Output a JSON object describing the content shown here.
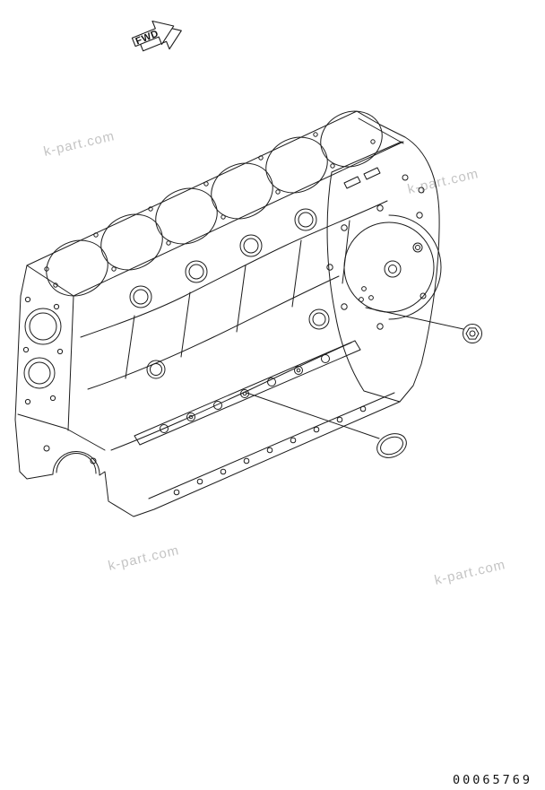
{
  "colors": {
    "line": "#1c1c1c",
    "watermark": "#c4c4c4",
    "background": "#ffffff"
  },
  "fwd_arrow": {
    "label": "FWD"
  },
  "watermark": {
    "text": "k-part.com"
  },
  "footer": {
    "part_number": "00065769"
  }
}
